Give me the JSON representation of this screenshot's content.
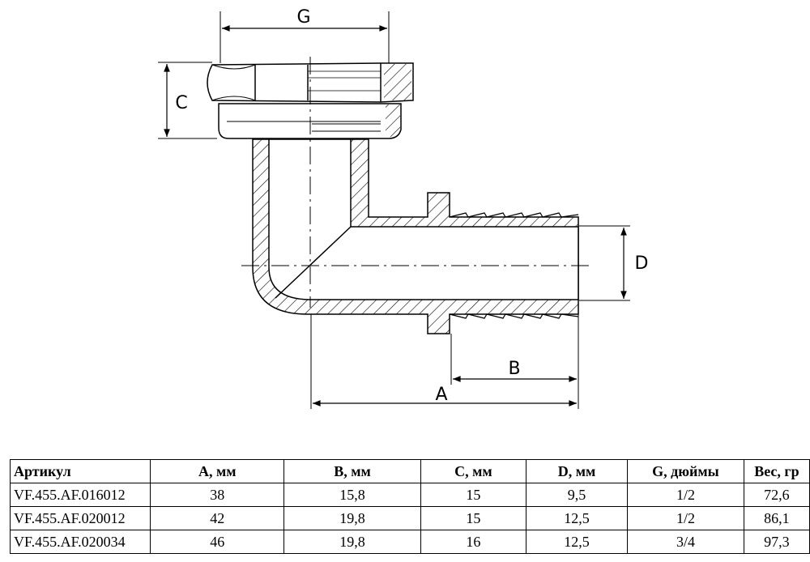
{
  "drawing": {
    "labels": {
      "g": "G",
      "c": "C",
      "d": "D",
      "b": "B",
      "a": "A"
    }
  },
  "table": {
    "headers": [
      "Артикул",
      "A, мм",
      "B, мм",
      "C, мм",
      "D, мм",
      "G, дюймы",
      "Вес, гр"
    ],
    "rows": [
      [
        "VF.455.AF.016012",
        "38",
        "15,8",
        "15",
        "9,5",
        "1/2",
        "72,6"
      ],
      [
        "VF.455.AF.020012",
        "42",
        "19,8",
        "15",
        "12,5",
        "1/2",
        "86,1"
      ],
      [
        "VF.455.AF.020034",
        "46",
        "19,8",
        "16",
        "12,5",
        "3/4",
        "97,3"
      ]
    ]
  }
}
